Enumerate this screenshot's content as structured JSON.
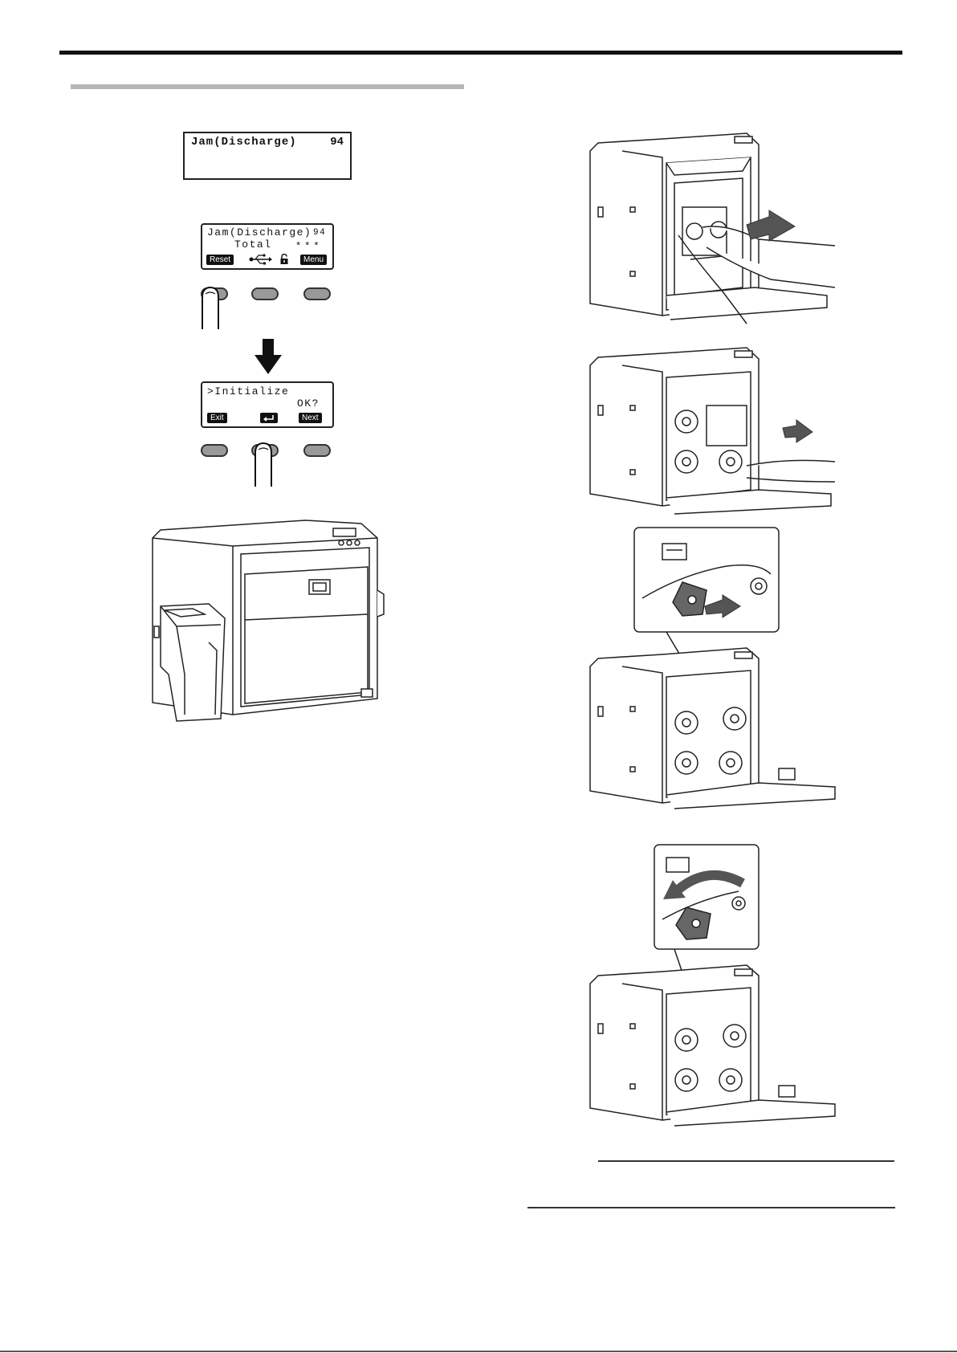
{
  "screen1": {
    "line1_text": "Jam(Discharge)",
    "line1_code": "94"
  },
  "screen2": {
    "line1_text": "Jam(Discharge)",
    "line1_code": "94",
    "line2": "Total",
    "stars": "***",
    "left_key": "Reset",
    "right_key": "Menu",
    "usb_icon": "usb-icon",
    "lock_icon": "unlock-icon"
  },
  "screen3": {
    "line1": ">Initialize",
    "line2_right": "OK?",
    "left_key": "Exit",
    "right_key": "Next",
    "enter_icon": "enter-icon"
  },
  "colors": {
    "ink": "#111111",
    "button_fill": "#999999",
    "section_rule": "#b5b5b5"
  }
}
